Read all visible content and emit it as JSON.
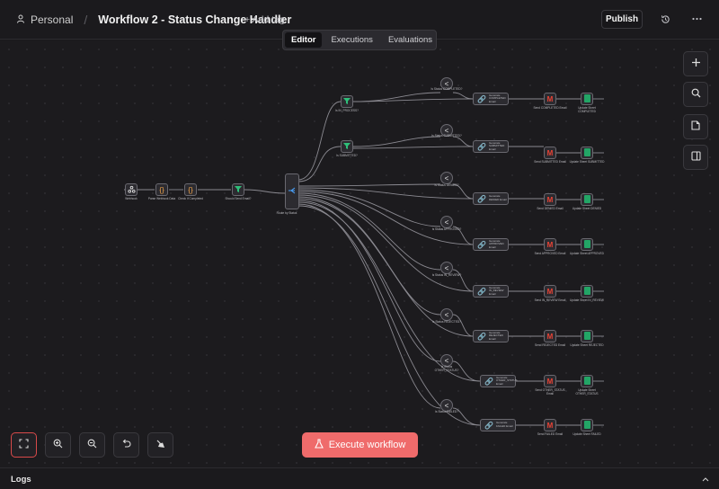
{
  "header": {
    "workspace": "Personal",
    "workflow_title": "Workflow 2 - Status Change Handler",
    "add_tag": "+ Add tag",
    "publish": "Publish"
  },
  "tabs": [
    "Editor",
    "Executions",
    "Evaluations"
  ],
  "active_tab": "Editor",
  "canvas": {
    "chain": [
      {
        "label": "Webhook",
        "icon": "webhook-icon"
      },
      {
        "label": "Parse Webhook Data",
        "icon": "code-icon"
      },
      {
        "label": "Check if Completed",
        "icon": "code-icon"
      },
      {
        "label": "Should Send Email?",
        "icon": "filter-icon"
      },
      {
        "label": "Route by Status",
        "icon": "switch-icon"
      }
    ],
    "if_nodes": [
      {
        "label": "Is IN_PROCESS?"
      },
      {
        "label": "Is SUBMITTED?"
      }
    ],
    "rows": [
      {
        "cond": "Is Status COMPLETED?",
        "gen": "Generate COMPLETED Email",
        "gmail": "Send COMPLETED Email",
        "sheet": "Update Sheet COMPLETED"
      },
      {
        "cond": "Is Status SUBMITTED?",
        "gen": "Generate SUBMITTED Email",
        "gmail": "Send SUBMITTED Email",
        "sheet": "Update Sheet SUBMITTED"
      },
      {
        "cond": "Is Status DENIED?",
        "gen": "Generate DENIED Email",
        "gmail": "Send DENIED Email",
        "sheet": "Update Sheet DENIED"
      },
      {
        "cond": "Is Status APPROVED?",
        "gen": "Generate APPROVED Email",
        "gmail": "Send APPROVED Email",
        "sheet": "Update Sheet APPROVED"
      },
      {
        "cond": "Is Status IN_REVIEW?",
        "gen": "Generate IN_REVIEW Email",
        "gmail": "Send IN_REVIEW Email",
        "sheet": "Update Sheet IN_REVIEW"
      },
      {
        "cond": "Is Status REJECTED?",
        "gen": "Generate REJECTED Email",
        "gmail": "Send REJECTED Email",
        "sheet": "Update Sheet REJECTED"
      },
      {
        "cond": "Is Status OTHER_STATUS?",
        "gen": "Generate OTHER_STATUS Email",
        "gmail": "Send OTHER_STATUS Email",
        "sheet": "Update Sheet OTHER_STATUS"
      },
      {
        "cond": "Is Status FAILED?",
        "gen": "Generate FAILED Email",
        "gmail": "Send FAILED Email",
        "sheet": "Update Sheet FAILED"
      }
    ]
  },
  "execute_button": "Execute workflow",
  "logs_label": "Logs",
  "colors": {
    "accent": "#ef6b6b",
    "background": "#1c1b1e",
    "wire": "#8a8990"
  }
}
